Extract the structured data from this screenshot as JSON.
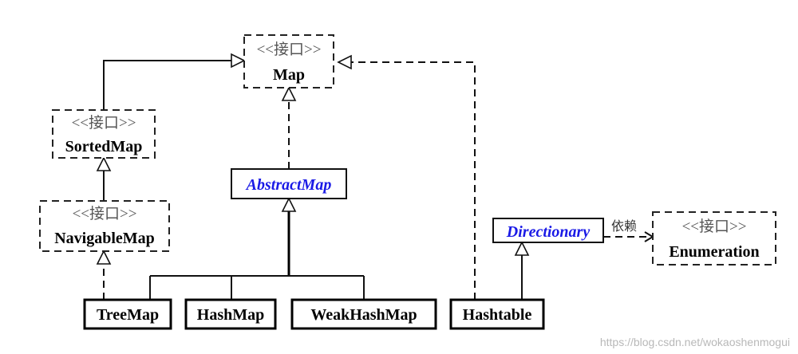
{
  "stereotype": "<<接口>>",
  "dependency_label": "依赖",
  "watermark": "https://blog.csdn.net/wokaoshenmogui",
  "classes": {
    "map": "Map",
    "sorted_map": "SortedMap",
    "navigable_map": "NavigableMap",
    "abstract_map": "AbstractMap",
    "directionary": "Directionary",
    "enumeration": "Enumeration",
    "tree_map": "TreeMap",
    "hash_map": "HashMap",
    "weak_hash_map": "WeakHashMap",
    "hashtable": "Hashtable"
  },
  "colors": {
    "abstract_text": "#1a1ae6",
    "stereotype_text": "#555555"
  }
}
